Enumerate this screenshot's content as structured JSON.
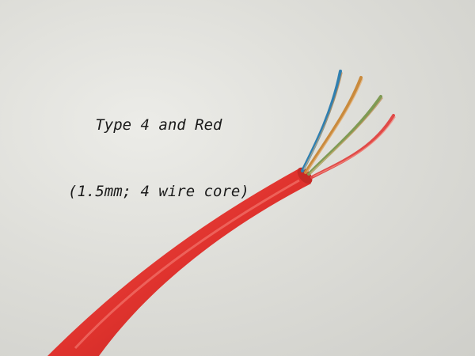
{
  "caption": {
    "line1": "Type 4 and Red",
    "line2": "(1.5mm; 4 wire core)"
  },
  "cable": {
    "jacket_color": "#e0332e",
    "core_count": 4,
    "core_colors": [
      "#2f7fb0",
      "#c98a3c",
      "#7f9a54",
      "#e04a48"
    ]
  }
}
